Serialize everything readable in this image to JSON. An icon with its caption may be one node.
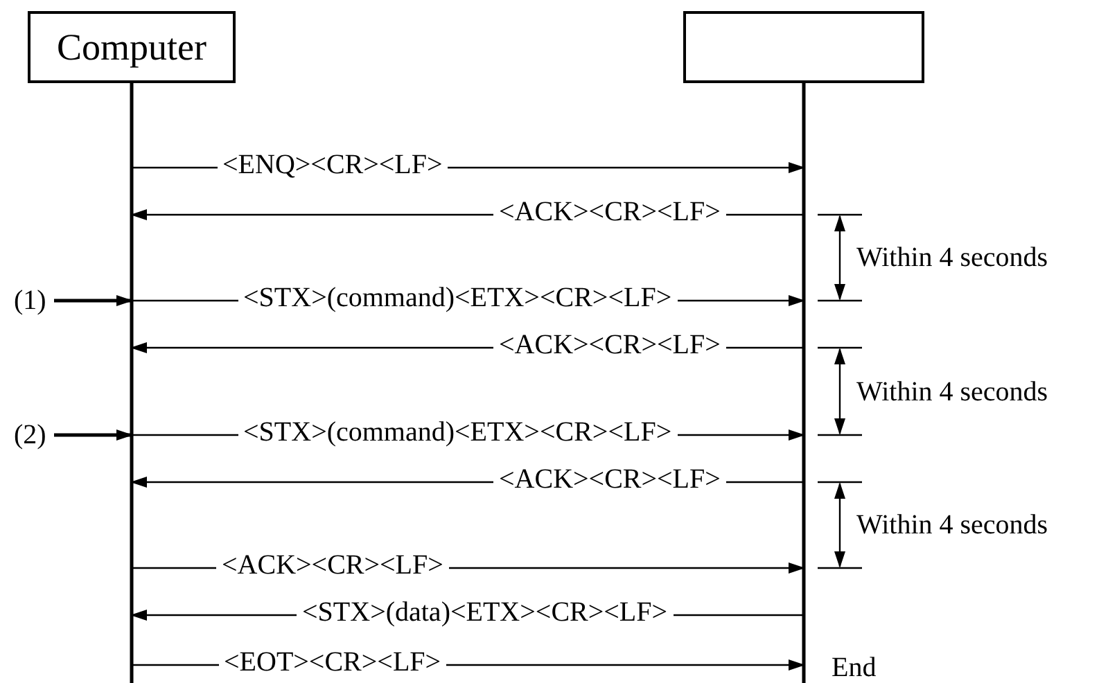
{
  "diagram": {
    "nodes": [
      {
        "text": [
          "Computer"
        ]
      },
      {
        "text": [],
        "shape": "box"
      },
      {
        "text": [
          "(1)"
        ]
      },
      {
        "text": [
          "(2)"
        ]
      }
    ],
    "edges": [
      {
        "from": 0,
        "to": 1,
        "arrow": "to",
        "label": "<ENQ><CR><LF>"
      },
      {
        "from": 1,
        "to": 0,
        "arrow": "to",
        "label": "<ACK><CR><LF>"
      },
      {
        "from": 0,
        "to": 1,
        "arrow": "to",
        "label": "<STX>(command)<ETX><CR><LF>"
      },
      {
        "from": 1,
        "to": 0,
        "arrow": "to",
        "label": "<ACK><CR><LF>"
      },
      {
        "from": 0,
        "to": 1,
        "arrow": "to",
        "label": "<STX>(command)<ETX><CR><LF>"
      },
      {
        "from": 1,
        "to": 0,
        "arrow": "to",
        "label": "<ACK><CR><LF>"
      },
      {
        "from": 0,
        "to": 1,
        "arrow": "to",
        "label": "<ACK><CR><LF>"
      },
      {
        "from": 1,
        "to": 0,
        "arrow": "to",
        "label": "<STX>(data)<ETX><CR><LF>"
      },
      {
        "from": 0,
        "to": 1,
        "arrow": "to",
        "label": "<EOT><CR><LF>"
      },
      {
        "from": 2,
        "to": 0,
        "arrow": "to"
      },
      {
        "from": 3,
        "to": 0,
        "arrow": "to"
      }
    ],
    "labels": [
      "Within 4 seconds",
      "Within 4 seconds",
      "Within 4 seconds",
      "End"
    ]
  }
}
